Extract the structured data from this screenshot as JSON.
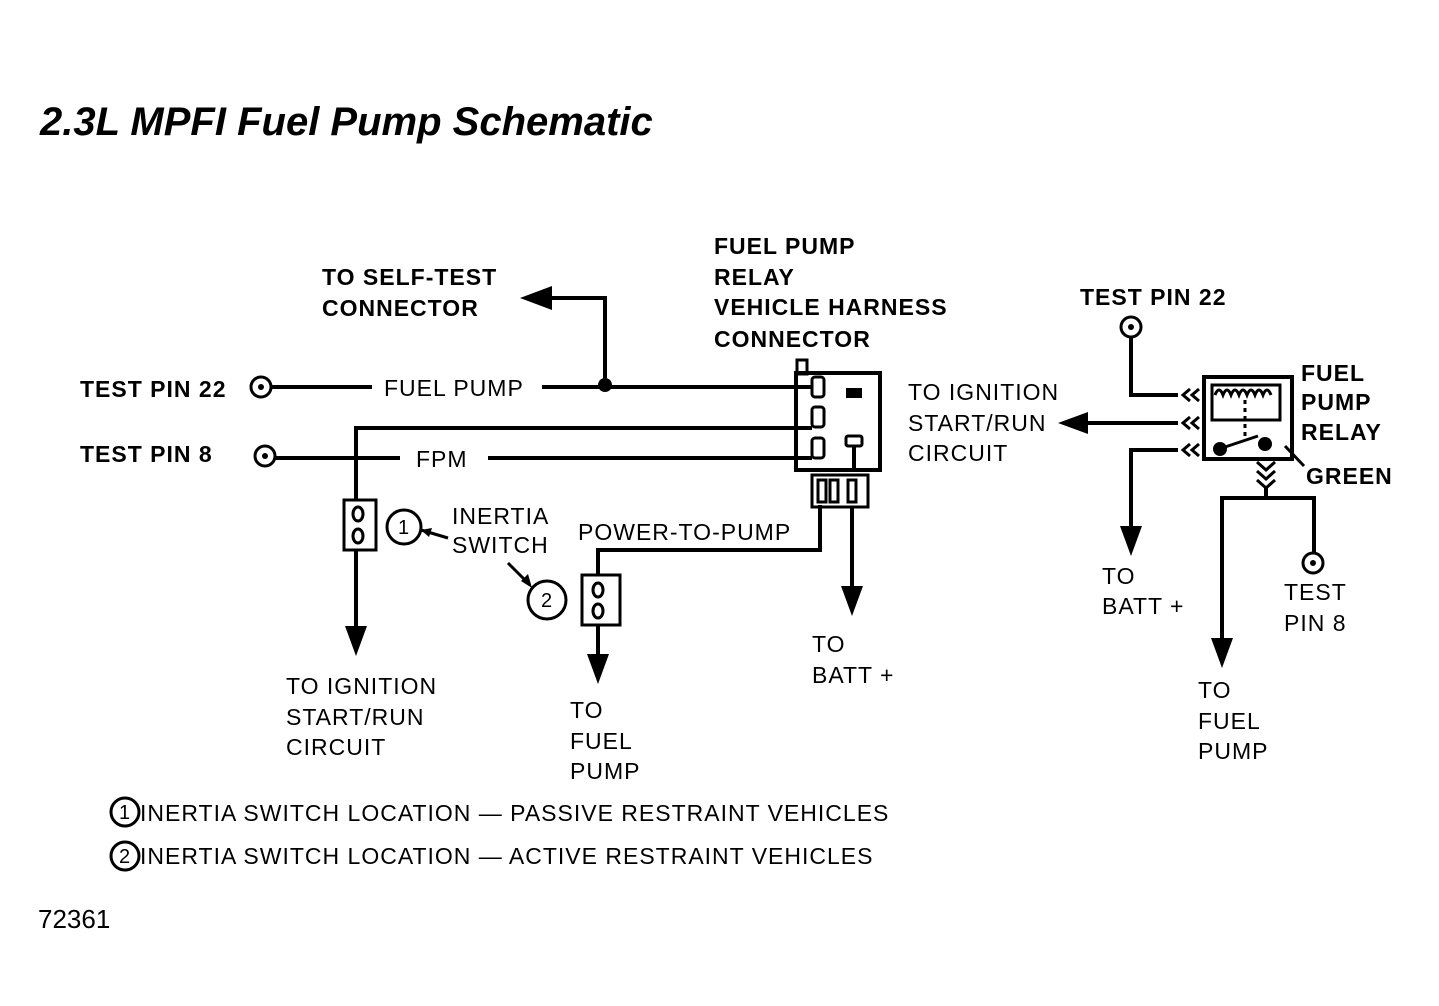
{
  "title": "2.3L MPFI Fuel Pump Schematic",
  "figure_number": "72361",
  "left_diagram": {
    "test_pin_22": "TEST PIN 22",
    "test_pin_8": "TEST PIN 8",
    "fuel_pump_wire": "FUEL PUMP",
    "fpm_wire": "FPM",
    "to_self_test": [
      "TO SELF-TEST",
      "CONNECTOR"
    ],
    "relay_connector": [
      "FUEL PUMP",
      "RELAY",
      "VEHICLE HARNESS",
      "CONNECTOR"
    ],
    "to_ignition_right": [
      "TO IGNITION",
      "START/RUN",
      "CIRCUIT"
    ],
    "inertia_switch": [
      "INERTIA",
      "SWITCH"
    ],
    "marker_1": "1",
    "marker_2": "2",
    "power_to_pump": "POWER-TO-PUMP",
    "to_ignition_bottom": [
      "TO IGNITION",
      "START/RUN",
      "CIRCUIT"
    ],
    "to_fuel_pump": [
      "TO",
      "FUEL",
      "PUMP"
    ],
    "to_batt": [
      "TO",
      "BATT +"
    ]
  },
  "right_diagram": {
    "test_pin_22": "TEST PIN 22",
    "relay": [
      "FUEL",
      "PUMP",
      "RELAY"
    ],
    "green": "GREEN",
    "to_batt": [
      "TO",
      "BATT +"
    ],
    "test_pin_8": [
      "TEST",
      "PIN 8"
    ],
    "to_fuel_pump": [
      "TO",
      "FUEL",
      "PUMP"
    ]
  },
  "legend": [
    {
      "marker": "1",
      "text": "INERTIA SWITCH LOCATION — PASSIVE RESTRAINT VEHICLES"
    },
    {
      "marker": "2",
      "text": "INERTIA SWITCH LOCATION — ACTIVE RESTRAINT VEHICLES"
    }
  ]
}
